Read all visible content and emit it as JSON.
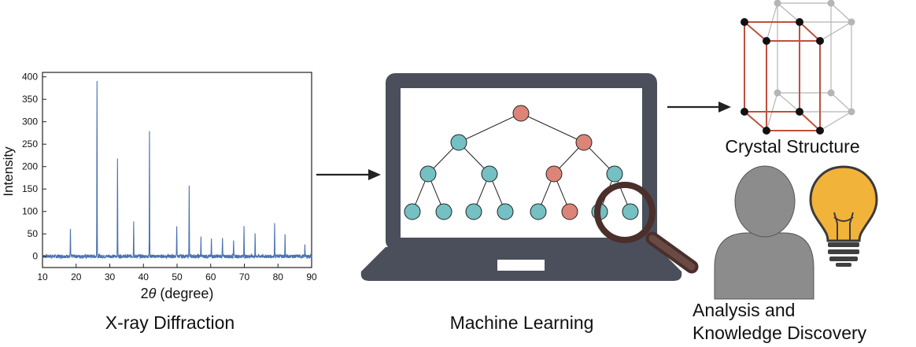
{
  "xrd": {
    "caption": "X-ray Diffraction",
    "chart_data": {
      "type": "line",
      "xlabel_prefix": "2",
      "xlabel_symbol": "θ",
      "xlabel_suffix": " (degree)",
      "ylabel": "Intensity",
      "xlim": [
        10,
        90
      ],
      "ylim": [
        -25,
        410
      ],
      "x_ticks": [
        10,
        20,
        30,
        40,
        50,
        60,
        70,
        80,
        90
      ],
      "y_ticks": [
        0,
        50,
        100,
        150,
        200,
        250,
        300,
        350,
        400
      ],
      "baseline": 0,
      "peaks": [
        {
          "x": 18.3,
          "y": 58
        },
        {
          "x": 26.2,
          "y": 395
        },
        {
          "x": 32.3,
          "y": 217
        },
        {
          "x": 37.1,
          "y": 76
        },
        {
          "x": 41.8,
          "y": 275
        },
        {
          "x": 49.9,
          "y": 70
        },
        {
          "x": 53.6,
          "y": 160
        },
        {
          "x": 57.1,
          "y": 42
        },
        {
          "x": 60.2,
          "y": 38
        },
        {
          "x": 63.5,
          "y": 40
        },
        {
          "x": 66.8,
          "y": 38
        },
        {
          "x": 69.9,
          "y": 68
        },
        {
          "x": 73.2,
          "y": 48
        },
        {
          "x": 79.0,
          "y": 76
        },
        {
          "x": 82.1,
          "y": 48
        },
        {
          "x": 88.0,
          "y": 28
        }
      ],
      "grid": false,
      "line_color": "#4a72b0"
    }
  },
  "ml": {
    "caption": "Machine Learning",
    "colors": {
      "frame": "#4b4f5c",
      "screen": "#ffffff",
      "node_teal": "#74c0c3",
      "node_salmon": "#dc8478",
      "magnifier": "#4a2f2b"
    }
  },
  "crystal": {
    "caption": "Crystal Structure",
    "colors": {
      "edge_red": "#c0503e",
      "edge_gray": "#b5b5b5",
      "atom": "#111111"
    }
  },
  "discovery": {
    "caption_line1": "Analysis and",
    "caption_line2": "Knowledge Discovery",
    "colors": {
      "person": "#8c8c8c",
      "bulb": "#f2b33a",
      "base": "#404040"
    }
  },
  "colors": {
    "arrow": "#222222",
    "text": "#111111"
  }
}
